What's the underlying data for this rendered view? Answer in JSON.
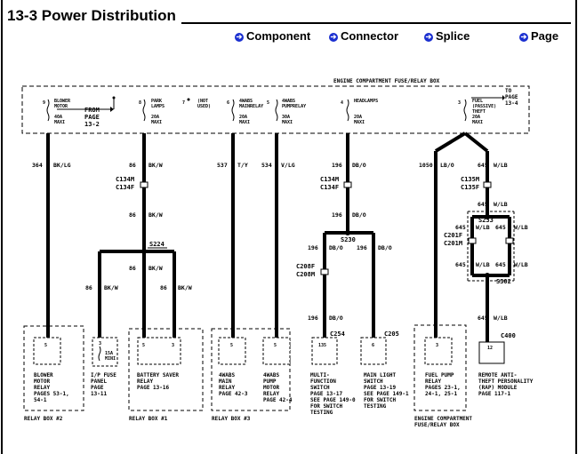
{
  "header": {
    "title": "13-3 Power Distribution"
  },
  "nav": {
    "component": "Component",
    "connector": "Connector",
    "splice": "Splice",
    "page": "Page"
  },
  "fuse_box": {
    "title": "ENGINE COMPARTMENT FUSE/RELAY BOX",
    "to_page_line1": "TO",
    "to_page_line2": "PAGE",
    "to_page_line3": "13-4",
    "from_page_line1": "FROM",
    "from_page_line2": "PAGE",
    "from_page_line3": "13-2",
    "pins": [
      {
        "num": "9",
        "l1": "BLOWER",
        "l2": "MOTOR",
        "a": "40A",
        "m": "MAXI"
      },
      {
        "num": "8",
        "l1": "PARK",
        "l2": "LAMPS",
        "a": "20A",
        "m": "MAXI"
      },
      {
        "num": "7",
        "l1": "(NOT",
        "l2": "USED)",
        "a": "",
        "m": ""
      },
      {
        "num": "6",
        "l1": "4WABS",
        "l2": "MAINRELAY",
        "a": "20A",
        "m": "MAXI"
      },
      {
        "num": "5",
        "l1": "4WABS",
        "l2": "PUMPRELAY",
        "a": "30A",
        "m": "MAXI"
      },
      {
        "num": "4",
        "l1": "HEADLAMPS",
        "l2": "",
        "a": "20A",
        "m": "MAXI"
      },
      {
        "num": "3",
        "l1": "FUEL",
        "l2": "(PASSIVE)",
        "l3": "THEFT",
        "a": "20A",
        "m": "MAXI"
      }
    ]
  },
  "wires": [
    {
      "num": "364",
      "color": "BK/LG"
    },
    {
      "num": "86",
      "color": "BK/W"
    },
    {
      "num": "537",
      "color": "T/Y"
    },
    {
      "num": "534",
      "color": "V/LG"
    },
    {
      "num": "196",
      "color": "DB/O"
    },
    {
      "num": "1050",
      "color": "LB/O"
    },
    {
      "num": "645",
      "color": "W/LB"
    }
  ],
  "connectors": [
    "C134M",
    "C134F",
    "C135M",
    "C135F",
    "C208F",
    "C208M",
    "C201F",
    "C201M",
    "C254",
    "C205",
    "C400"
  ],
  "splices": [
    "S224",
    "S230",
    "S233",
    "S302"
  ],
  "components": {
    "blower_relay": {
      "l1": "BLOWER",
      "l2": "MOTOR",
      "l3": "RELAY",
      "l4": "PAGES 53-1,",
      "l5": "54-1",
      "pin": "5"
    },
    "ip_fuse": {
      "l1": "I/P FUSE",
      "l2": "PANEL",
      "l3": "PAGE",
      "l4": "13-11",
      "pin": "3",
      "fuse": "15A",
      "fuse2": "MINI"
    },
    "battery_saver": {
      "l1": "BATTERY SAVER",
      "l2": "RELAY",
      "l3": "PAGE 13-16",
      "pin_a": "5",
      "pin_b": "3"
    },
    "abs_main": {
      "l1": "4WABS",
      "l2": "MAIN",
      "l3": "RELAY",
      "l4": "PAGE 42-3",
      "pin": "5"
    },
    "abs_pump": {
      "l1": "4WABS",
      "l2": "PUMP",
      "l3": "MOTOR",
      "l4": "RELAY",
      "l5": "PAGE 42-4",
      "pin": "5"
    },
    "multi_switch": {
      "l1": "MULTI-",
      "l2": "FUNCTION",
      "l3": "SWITCH",
      "l4": "PAGE 13-17",
      "l5": "SEE PAGE 149-0",
      "l6": "FOR SWITCH",
      "l7": "TESTING",
      "pin": "135"
    },
    "main_light": {
      "l1": "MAIN LIGHT",
      "l2": "SWITCH",
      "l3": "PAGE 13-19",
      "l4": "SEE PAGE 149-1",
      "l5": "FOR SWITCH",
      "l6": "TESTING",
      "pin": "6"
    },
    "fuel_pump": {
      "l1": "FUEL PUMP",
      "l2": "RELAY",
      "l3": "PAGES 23-1,",
      "l4": "24-1, 25-1",
      "pin": "3"
    },
    "remote_anti": {
      "l1": "REMOTE ANTI-",
      "l2": "THEFT PERSONALITY",
      "l3": "(RAP) MODULE",
      "l4": "PAGE 117-1",
      "pin": "12"
    }
  },
  "box_labels": {
    "relay2": "RELAY BOX #2",
    "relay1": "RELAY BOX #1",
    "relay3": "RELAY BOX #3",
    "engine1": "ENGINE COMPARTMENT",
    "engine2": "FUSE/RELAY BOX"
  },
  "colors": {
    "nav_bullet": "#1a2fd0",
    "wire": "#000000",
    "background": "#ffffff"
  }
}
